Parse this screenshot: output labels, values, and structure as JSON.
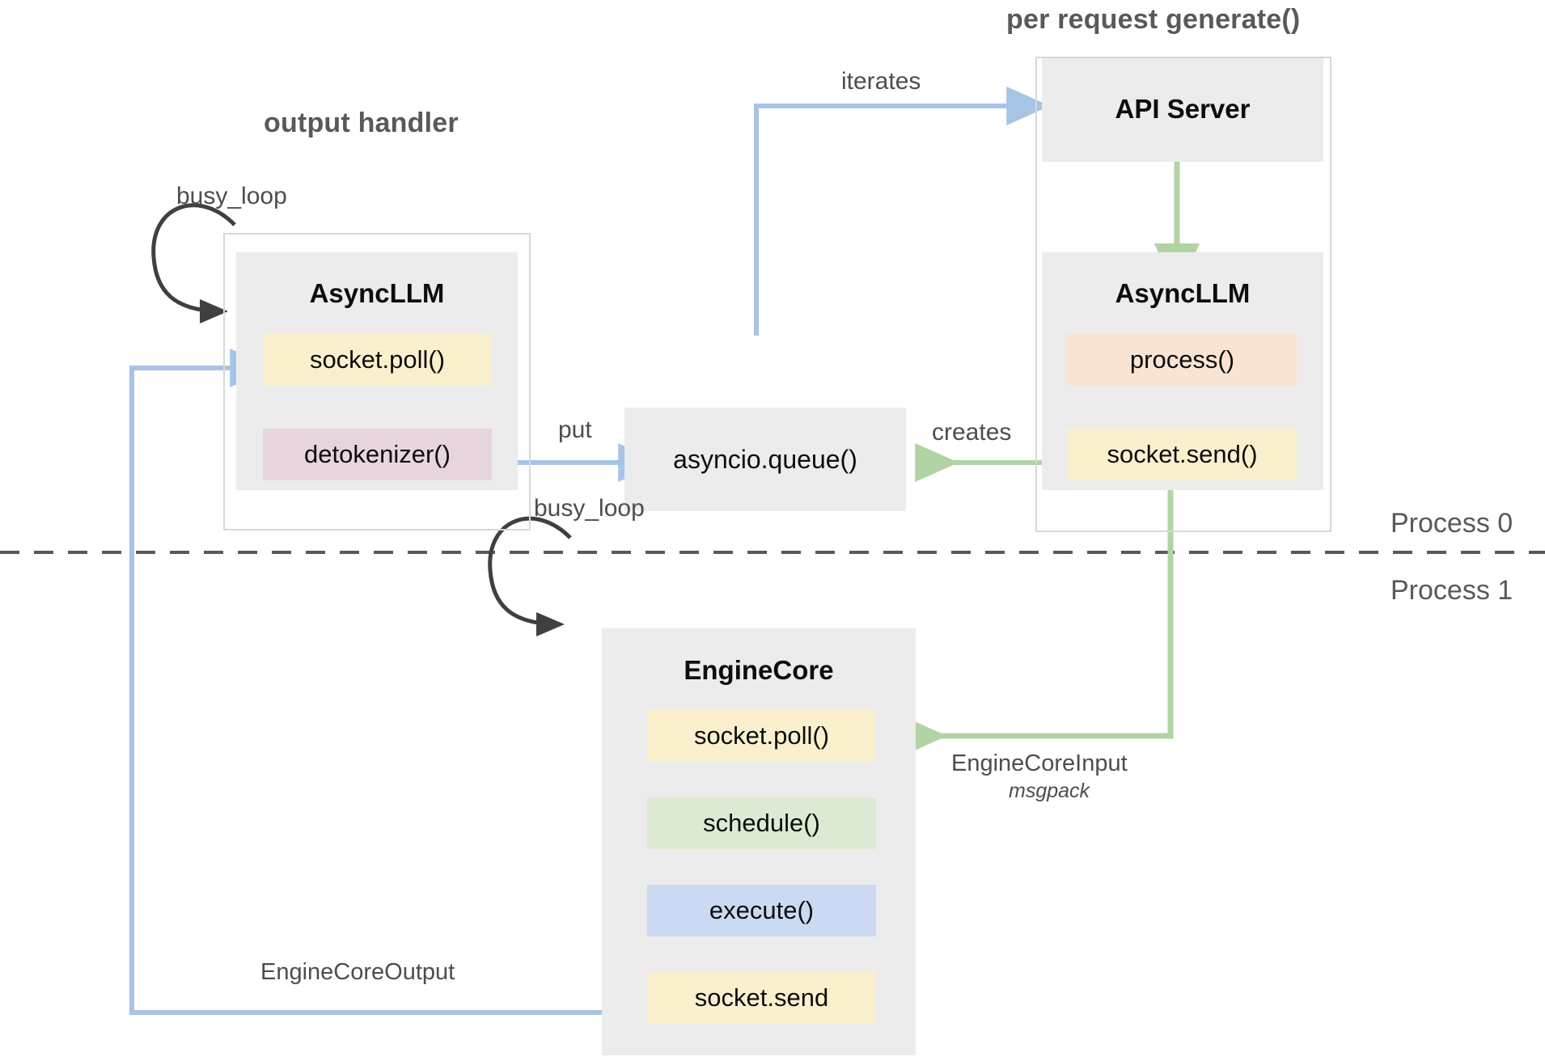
{
  "diagram": {
    "titles": {
      "output_handler": "output handler",
      "per_request": "per request generate()"
    },
    "process_labels": {
      "top": "Process 0",
      "bottom": "Process 1"
    },
    "nodes": {
      "async_llm_left": {
        "title": "AsyncLLM",
        "chips": [
          {
            "label": "socket.poll()",
            "color": "#fbf0cd"
          },
          {
            "label": "detokenizer()",
            "color": "#e8d4df"
          }
        ]
      },
      "api_server": {
        "title": "API Server"
      },
      "async_llm_right": {
        "title": "AsyncLLM",
        "chips": [
          {
            "label": "process()",
            "color": "#f9e3d2"
          },
          {
            "label": "socket.send()",
            "color": "#fbf0cd"
          }
        ]
      },
      "queue": {
        "label": "asyncio.queue()"
      },
      "engine_core": {
        "title": "EngineCore",
        "chips": [
          {
            "label": "socket.poll()",
            "color": "#fbf0cd"
          },
          {
            "label": "schedule()",
            "color": "#dcead3"
          },
          {
            "label": "execute()",
            "color": "#ccd9f3"
          },
          {
            "label": "socket.send",
            "color": "#fbf0cd"
          }
        ]
      }
    },
    "edges": {
      "busy_loop_left": "busy_loop",
      "busy_loop_engine": "busy_loop",
      "iterates": "iterates",
      "put": "put",
      "creates": "creates",
      "engine_core_input": "EngineCoreInput",
      "engine_core_input_sub": "msgpack",
      "engine_core_output": "EngineCoreOutput"
    },
    "colors": {
      "blue_arrow": "#a8c4e5",
      "green_arrow": "#b2d3a4",
      "black_arrow": "#404040",
      "box_fill": "#ececec",
      "frame_border": "#d8d8d8",
      "divider": "#595959",
      "text_dark": "#0d0d0d",
      "text_muted": "#595959"
    }
  }
}
